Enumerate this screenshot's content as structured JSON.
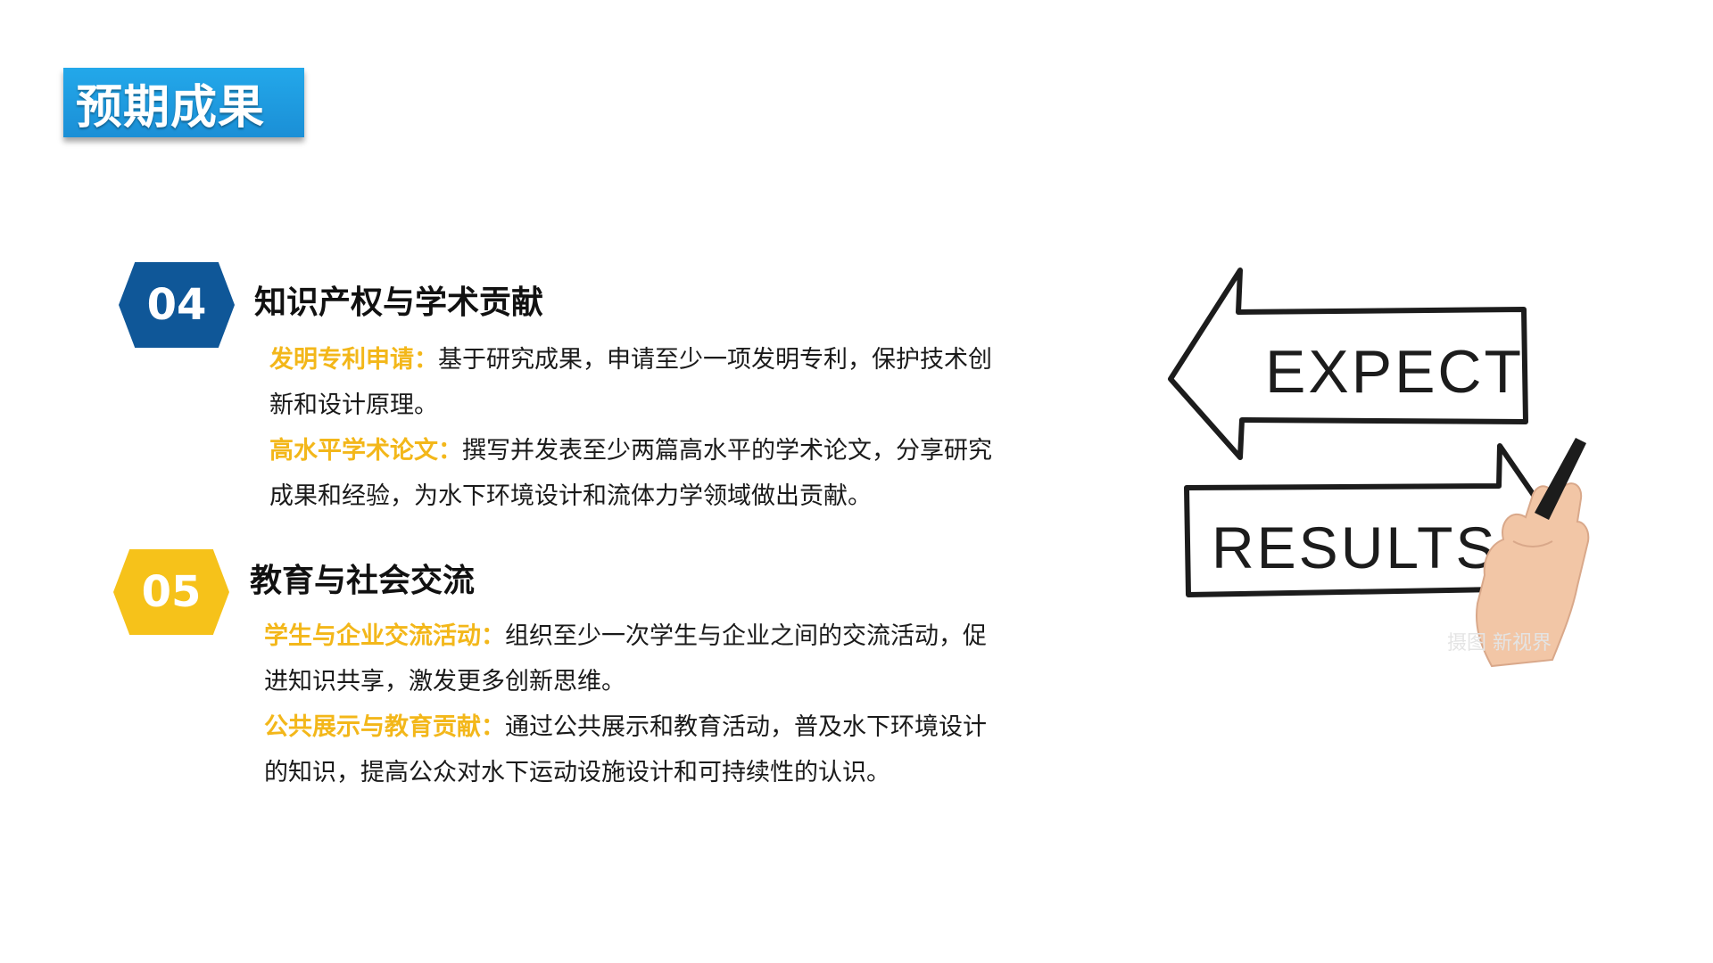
{
  "header": {
    "title": "预期成果"
  },
  "sections": [
    {
      "number": "04",
      "title": "知识产权与学术贡献",
      "items": [
        {
          "label": "发明专利申请：",
          "text": "基于研究成果，申请至少一项发明专利，保护技术创新和设计原理。"
        },
        {
          "label": "高水平学术论文：",
          "text": "撰写并发表至少两篇高水平的学术论文，分享研究成果和经验，为水下环境设计和流体力学领域做出贡献。"
        }
      ]
    },
    {
      "number": "05",
      "title": "教育与社会交流",
      "items": [
        {
          "label": "学生与企业交流活动：",
          "text": "组织至少一次学生与企业之间的交流活动，促进知识共享，激发更多创新思维。"
        },
        {
          "label": "公共展示与教育贡献：",
          "text": "通过公共展示和教育活动，普及水下环境设计的知识，提高公众对水下运动设施设计和可持续性的认识。"
        }
      ]
    }
  ],
  "illustration": {
    "arrow_top_text": "EXPECT",
    "arrow_bottom_text": "RESULTS",
    "watermark": "摄图 新视界"
  },
  "colors": {
    "title_bg": "#1b8fd6",
    "hex_04": "#0f5798",
    "hex_05": "#f6c21a",
    "highlight": "#f3b71a"
  }
}
